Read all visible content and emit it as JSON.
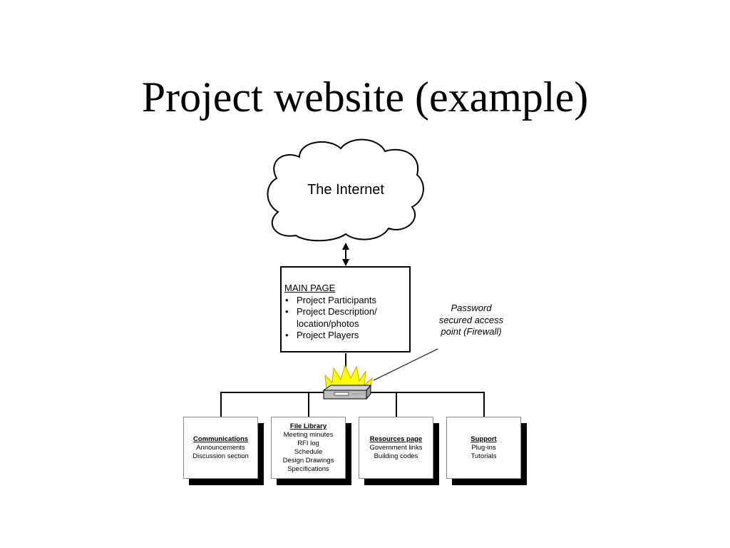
{
  "slide": {
    "title": "Project website (example)"
  },
  "internet": {
    "label": "The Internet"
  },
  "main_page": {
    "title": "MAIN PAGE",
    "items": [
      "Project Participants",
      "Project Description/ location/photos",
      "Project Players"
    ]
  },
  "firewall": {
    "annotation": "Password secured access point (Firewall)",
    "flame_color": "#ffff00",
    "icon": "firewall-server-icon"
  },
  "sections": [
    {
      "title": "Communications",
      "lines": [
        "Announcements",
        "Discussion section"
      ]
    },
    {
      "title": "File Library",
      "lines": [
        "Meeting minutes",
        "RFI log",
        "Schedule",
        "Design Drawings",
        "Specifications"
      ]
    },
    {
      "title": "Resources page",
      "lines": [
        "Government links",
        "Building codes"
      ]
    },
    {
      "title": "Support",
      "lines": [
        "Plug-ins",
        "Tutorials"
      ]
    }
  ]
}
